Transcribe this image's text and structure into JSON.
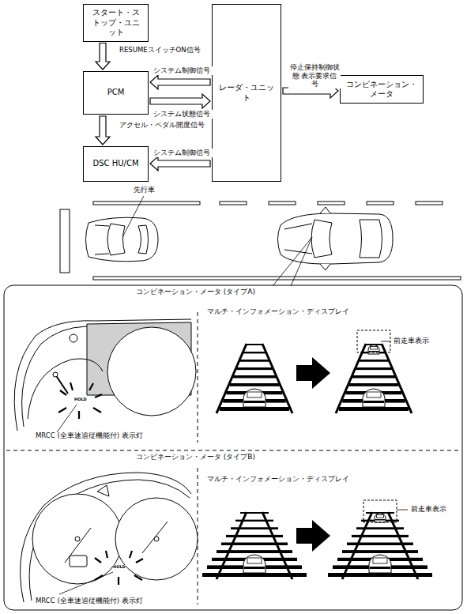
{
  "diagram": {
    "nodes": [
      {
        "text": [
          "スタート・ストップ・ユニット"
        ]
      },
      {
        "text": [
          "PCM"
        ]
      },
      {
        "text": [
          "DSC HU/CM"
        ]
      },
      {
        "text": [
          "レーダ・ユニット"
        ]
      },
      {
        "text": [
          "コンビネーション・メータ"
        ]
      }
    ],
    "edges": [
      {
        "from": 0,
        "to": 1,
        "label": "RESUMEスイッチON信号",
        "arrow": "to"
      },
      {
        "from": 3,
        "to": 1,
        "label": "システム制御信号",
        "arrow": "to"
      },
      {
        "from": 1,
        "to": 3,
        "label": "システム状態信号",
        "arrow": "to"
      },
      {
        "from": 1,
        "to": 2,
        "label": "アクセル・ペダル開度信号",
        "arrow": "to"
      },
      {
        "from": 3,
        "to": 2,
        "label": "システム制御信号",
        "arrow": "to"
      },
      {
        "from": 3,
        "to": 4,
        "label": "停止保持制御状態 表示要求信号",
        "arrow": "to"
      }
    ],
    "labels": [
      "先行車",
      "コンビネーション・メータ (タイプA)",
      "マルチ・インフォメーション・ディスプレイ",
      "前走車表示",
      "HOLD",
      "MRCC (全車速追従機能付) 表示灯",
      "コンビネーション・メータ (タイプB)",
      "マルチ・インフォメーション・ディスプレイ",
      "前走車表示",
      "HOLD",
      "MRCC (全車速追従機能付) 表示灯"
    ]
  }
}
